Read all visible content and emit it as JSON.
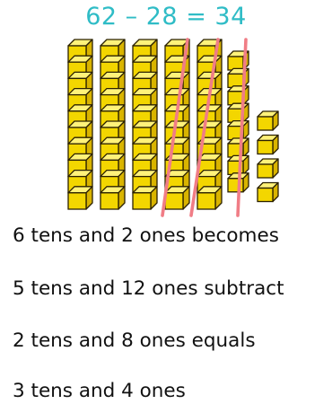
{
  "equation": {
    "text": "62 – 28 = 34",
    "color": "#2fbcc6"
  },
  "model": {
    "tens_rods": 5,
    "cubes_per_rod": 10,
    "ones_cubes": 12,
    "ones_in_column": 8,
    "ones_in_side_column": 4,
    "crossed_out_rods": 2,
    "crossed_out_ones": 8,
    "cube_color": "#f3d600",
    "cube_top_color": "#fff27a",
    "cube_side_color": "#d9b400",
    "cube_outline": "#2b2100",
    "strike_color": "#f07d86"
  },
  "lines": [
    "6 tens and 2 ones becomes",
    "5 tens and 12 ones subtract",
    "2 tens and 8 ones equals",
    "3 tens and 4 ones"
  ]
}
